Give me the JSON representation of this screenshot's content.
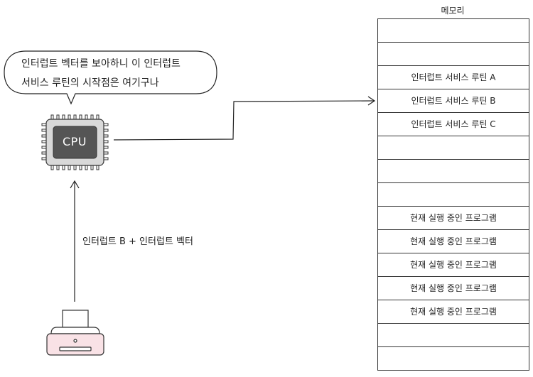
{
  "bubble": {
    "line1": "인터럽트 벡터를 보아하니 이 인터럽트",
    "line2": "서비스 루틴의 시작점은 여기구나"
  },
  "cpu": {
    "label": "CPU"
  },
  "signal": {
    "label": "인터럽트 B + 인터럽트 벡터"
  },
  "memory": {
    "title": "메모리",
    "cells": [
      "",
      "",
      "인터럽트 서비스 루틴 A",
      "인터럽트 서비스 루틴 B",
      "인터럽트 서비스 루틴 C",
      "",
      "",
      "",
      "현재 실행 중인 프로그램",
      "현재 실행 중인 프로그램",
      "현재 실행 중인 프로그램",
      "현재 실행 중인 프로그램",
      "현재 실행 중인 프로그램",
      "",
      ""
    ]
  },
  "colors": {
    "cpu_body": "#d9d9d9",
    "cpu_die": "#555555",
    "printer_front": "#f9e2e6",
    "line": "#222222"
  }
}
